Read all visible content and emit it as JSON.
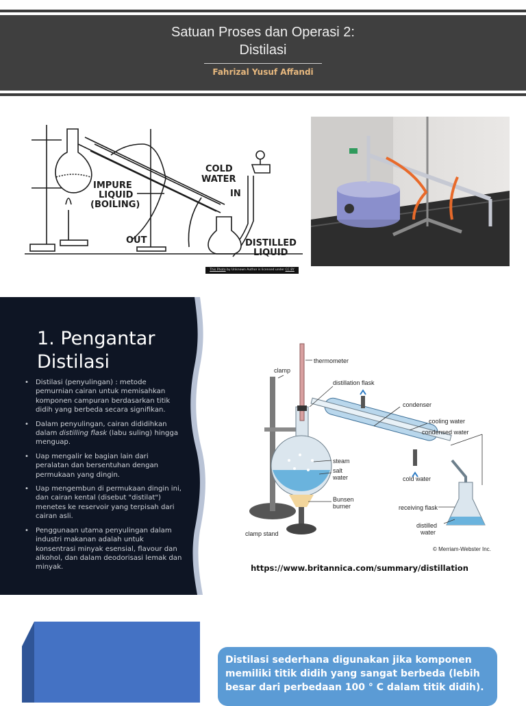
{
  "title_slide": {
    "title_line1": "Satuan Proses dan Operasi 2:",
    "title_line2": "Distilasi",
    "author": "Fahrizal Yusuf Affandi",
    "diagram_labels": {
      "cold_water": "COLD",
      "cold_water2": "WATER",
      "in": "IN",
      "out": "OUT",
      "impure1": "IMPURE",
      "impure2": "LIQUID",
      "impure3": "(BOILING)",
      "distilled1": "DISTILLED",
      "distilled2": "LIQUID"
    },
    "credit": {
      "link1": "This Photo",
      "mid": " by Unknown Author is licensed under ",
      "link2": "CC BY"
    }
  },
  "intro_slide": {
    "heading_line1": "1. Pengantar",
    "heading_line2": "Distilasi",
    "bullets": [
      "Distilasi (penyulingan) :  metode pemurnian cairan untuk memisahkan komponen campuran berdasarkan titik didih yang berbeda secara signifikan.",
      "Uap mengalir ke bagian lain dari peralatan dan bersentuhan dengan permukaan yang dingin.",
      "Uap mengembun di permukaan dingin ini, dan cairan kental (disebut \"distilat\") menetes ke reservoir yang terpisah dari cairan asli.",
      "Penggunaan utama penyulingan dalam industri makanan adalah untuk konsentrasi minyak esensial, flavour dan alkohol, dan dalam deodorisasi lemak dan minyak."
    ],
    "bullet2": {
      "before": "Dalam penyulingan, cairan dididihkan dalam ",
      "italic": "distilling flask",
      "after": " (labu suling) hingga menguap."
    },
    "diagram_labels": {
      "thermometer": "thermometer",
      "clamp": "clamp",
      "distillation_flask": "distillation flask",
      "condenser": "condenser",
      "cooling_water": "cooling water",
      "condensed_water": "condensed water",
      "steam": "steam",
      "salt_water1": "salt",
      "salt_water2": "water",
      "cold_water": "cold water",
      "bunsen1": "Bunsen",
      "bunsen2": "burner",
      "receiving_flask": "receiving flask",
      "distilled1": "distilled",
      "distilled2": "water",
      "clamp_stand": "clamp stand",
      "copyright": "© Merriam-Webster Inc."
    },
    "source_url": "https://www.britannica.com/summary/distillation"
  },
  "simple_slide": {
    "callout": "Distilasi sederhana digunakan jika komponen memiliki titik didih yang sangat berbeda (lebih besar dari perbedaan 100 ° C dalam titik didih)."
  },
  "colors": {
    "title_band": "#3f3f3f",
    "author": "#e8b97f",
    "dark_panel": "#0e1524",
    "wave": "#b9c3d6",
    "blue_rect": "#4472c4",
    "callout": "#5b9bd5"
  }
}
